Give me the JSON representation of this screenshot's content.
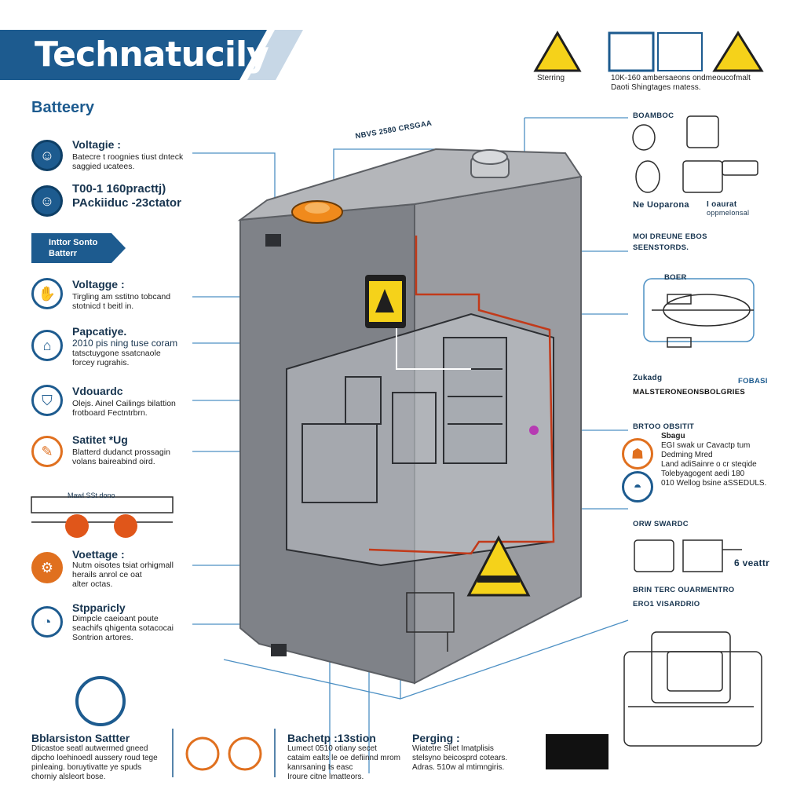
{
  "header": {
    "title": "Technatucily"
  },
  "top_right": {
    "warning_caption": "Sterring",
    "text_line1": "10K-160 ambersaeons ondmeoucofmalt",
    "text_line2": "Daoti Shingtages rnatess."
  },
  "diagram_labels": {
    "top_label": "NBVS 2580 CRSGAA"
  },
  "left": {
    "section_title": "Batteery",
    "items_top": [
      {
        "icon": "person-icon",
        "title": "Voltagie :",
        "desc": [
          "Batecre t roognies tiust dnteck",
          "saggied ucatees."
        ]
      },
      {
        "icon": "person-icon",
        "title": "T00-1 160practtj)",
        "title2": "PAckiiduc -23ctator",
        "desc": []
      }
    ],
    "pill": [
      "Inttor Sonto",
      "Batterr"
    ],
    "items": [
      {
        "icon": "hand-icon",
        "title": "Voltagge :",
        "desc": [
          "Tirgling am sstitno tobcand",
          "stotnicd t beitl in."
        ]
      },
      {
        "icon": "house-icon",
        "title": "Papcatiye.",
        "title2": "2010 pis ning tuse coram",
        "desc": [
          "tatsctuygone ssatcnaole",
          "forcey rugrahis."
        ]
      },
      {
        "icon": "shield-icon",
        "title": "Vdouardc",
        "desc": [
          "Olejs. Ainel Cailings bilattion",
          "frotboard Fectntrbrn."
        ]
      },
      {
        "icon": "chart-icon",
        "title": "Satitet *Ug",
        "desc": [
          "Blatterd dudanct prossagin",
          "volans baireabind oird."
        ]
      }
    ],
    "mini_label": "Mawl SSt dono",
    "items_lower": [
      {
        "icon": "tools-icon",
        "title": "Voettage :",
        "desc": [
          "Nutm oisotes tsiat orhigmall",
          "herails anrol ce oat",
          "alter octas."
        ]
      },
      {
        "icon": "gauge-icon",
        "title": "Stpparicly",
        "desc": [
          "Dimpcle caeioant poute",
          "seachifs qhigenta sotacocai",
          "Sontrion artores."
        ]
      }
    ]
  },
  "right": {
    "labels": [
      "BOAMBOC",
      "Ne Uoparona",
      "I oaurat",
      "oppmelonsal",
      "MOI DREUNE EBOS",
      "SEENSTORDS.",
      "BOER",
      "Zukadg",
      "FOBASI",
      "MALSTERONEONSBOLGRIES",
      "BRTOO OBSITIT",
      "ORW SWARDC",
      "6 veattr",
      "BRIN TERC OUARMENTRO",
      "ERO1 VISARDRIO"
    ],
    "safety": {
      "title": "Sbagu",
      "lines": [
        "EGI swak ur Cavactp tum",
        "Dedming Mred",
        "Land adiSainre o cr steqide",
        "Tolebyagogent aedi 180",
        "010 Wellog bsine aSSEDULS."
      ]
    }
  },
  "bottom": {
    "columns": [
      {
        "title": "Bblarsiston Sattter",
        "lines": [
          "Dticastoe seatl autwermed gneed",
          "dipcho loehinoedl aussery roud tege",
          "pinleaing. boruytivatte ye spuds",
          "chorniy alsleort bose."
        ]
      },
      {
        "title": "Bachetp :13stion",
        "lines": [
          "Lumect 0510 otiany secet",
          "cataim ealts le oe defiinnd mrom",
          "kanrsaning Is easc",
          "Iroure citne Imatteors."
        ]
      },
      {
        "title": "Perging :",
        "lines": [
          "Wiatetre Sliet Imatplisis",
          "stelsyno beicosprd cotears.",
          "Adras. 510w al mtimngiris."
        ]
      }
    ]
  },
  "colors": {
    "brand": "#1d5b8f",
    "accent": "#e0701f",
    "battery": "#8b8d92",
    "warning": "#f5d21a"
  }
}
